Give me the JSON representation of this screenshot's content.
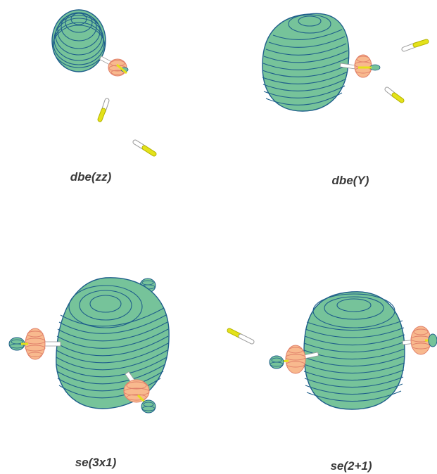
{
  "panels": [
    {
      "label": "dbe(zz)"
    },
    {
      "label": "dbe(Y)"
    },
    {
      "label": "se(3x1)"
    },
    {
      "label": "se(2+1)"
    }
  ],
  "colors": {
    "lobe_fill": "#76c39a",
    "lobe_contour": "#1f5f8b",
    "atom_peach": "#f8b98e",
    "atom_peach_contour": "#e0806a",
    "bond_white": "#ffffff",
    "bond_yellow": "#e4e21a"
  }
}
